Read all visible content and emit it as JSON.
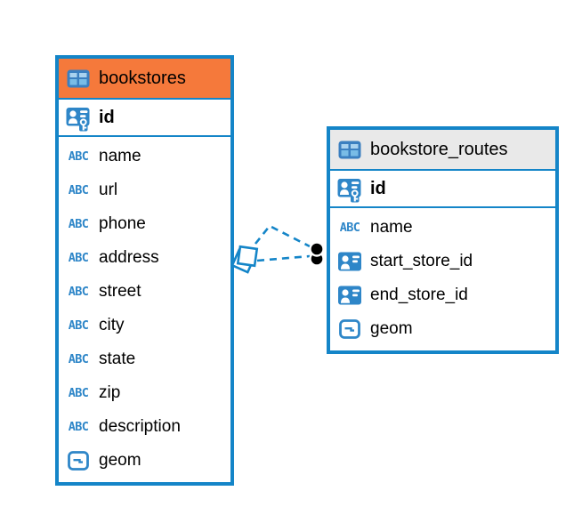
{
  "diagram": {
    "type": "entity-relationship-diagram",
    "background": "#ffffff"
  },
  "colors": {
    "table_border": "#1485C8",
    "bookstores_header": "#F5793B",
    "bookstore_routes_header": "#E9E9E9",
    "icon_blue": "#2E86C8",
    "connector": "#1485C8",
    "text": "#000000",
    "endpoint_dot": "#000000"
  },
  "icons": {
    "text_type_glyph": "ABC"
  },
  "tables": [
    {
      "title": "bookstores",
      "header_color": "#F5793B",
      "primary_key": {
        "name": "id",
        "type_icon": "primary-key-icon"
      },
      "columns": [
        {
          "name": "name",
          "type_icon": "text-type-icon"
        },
        {
          "name": "url",
          "type_icon": "text-type-icon"
        },
        {
          "name": "phone",
          "type_icon": "text-type-icon"
        },
        {
          "name": "address",
          "type_icon": "text-type-icon"
        },
        {
          "name": "street",
          "type_icon": "text-type-icon"
        },
        {
          "name": "city",
          "type_icon": "text-type-icon"
        },
        {
          "name": "state",
          "type_icon": "text-type-icon"
        },
        {
          "name": "zip",
          "type_icon": "text-type-icon"
        },
        {
          "name": "description",
          "type_icon": "text-type-icon"
        },
        {
          "name": "geom",
          "type_icon": "geometry-type-icon"
        }
      ]
    },
    {
      "title": "bookstore_routes",
      "header_color": "#E9E9E9",
      "primary_key": {
        "name": "id",
        "type_icon": "primary-key-icon"
      },
      "columns": [
        {
          "name": "name",
          "type_icon": "text-type-icon"
        },
        {
          "name": "start_store_id",
          "type_icon": "foreign-key-icon"
        },
        {
          "name": "end_store_id",
          "type_icon": "foreign-key-icon"
        },
        {
          "name": "geom",
          "type_icon": "geometry-type-icon"
        }
      ]
    }
  ],
  "relationships": [
    {
      "from_table": "bookstores",
      "to_table": "bookstore_routes",
      "line_style": "dashed"
    },
    {
      "from_table": "bookstores",
      "to_table": "bookstore_routes",
      "line_style": "dashed"
    }
  ]
}
